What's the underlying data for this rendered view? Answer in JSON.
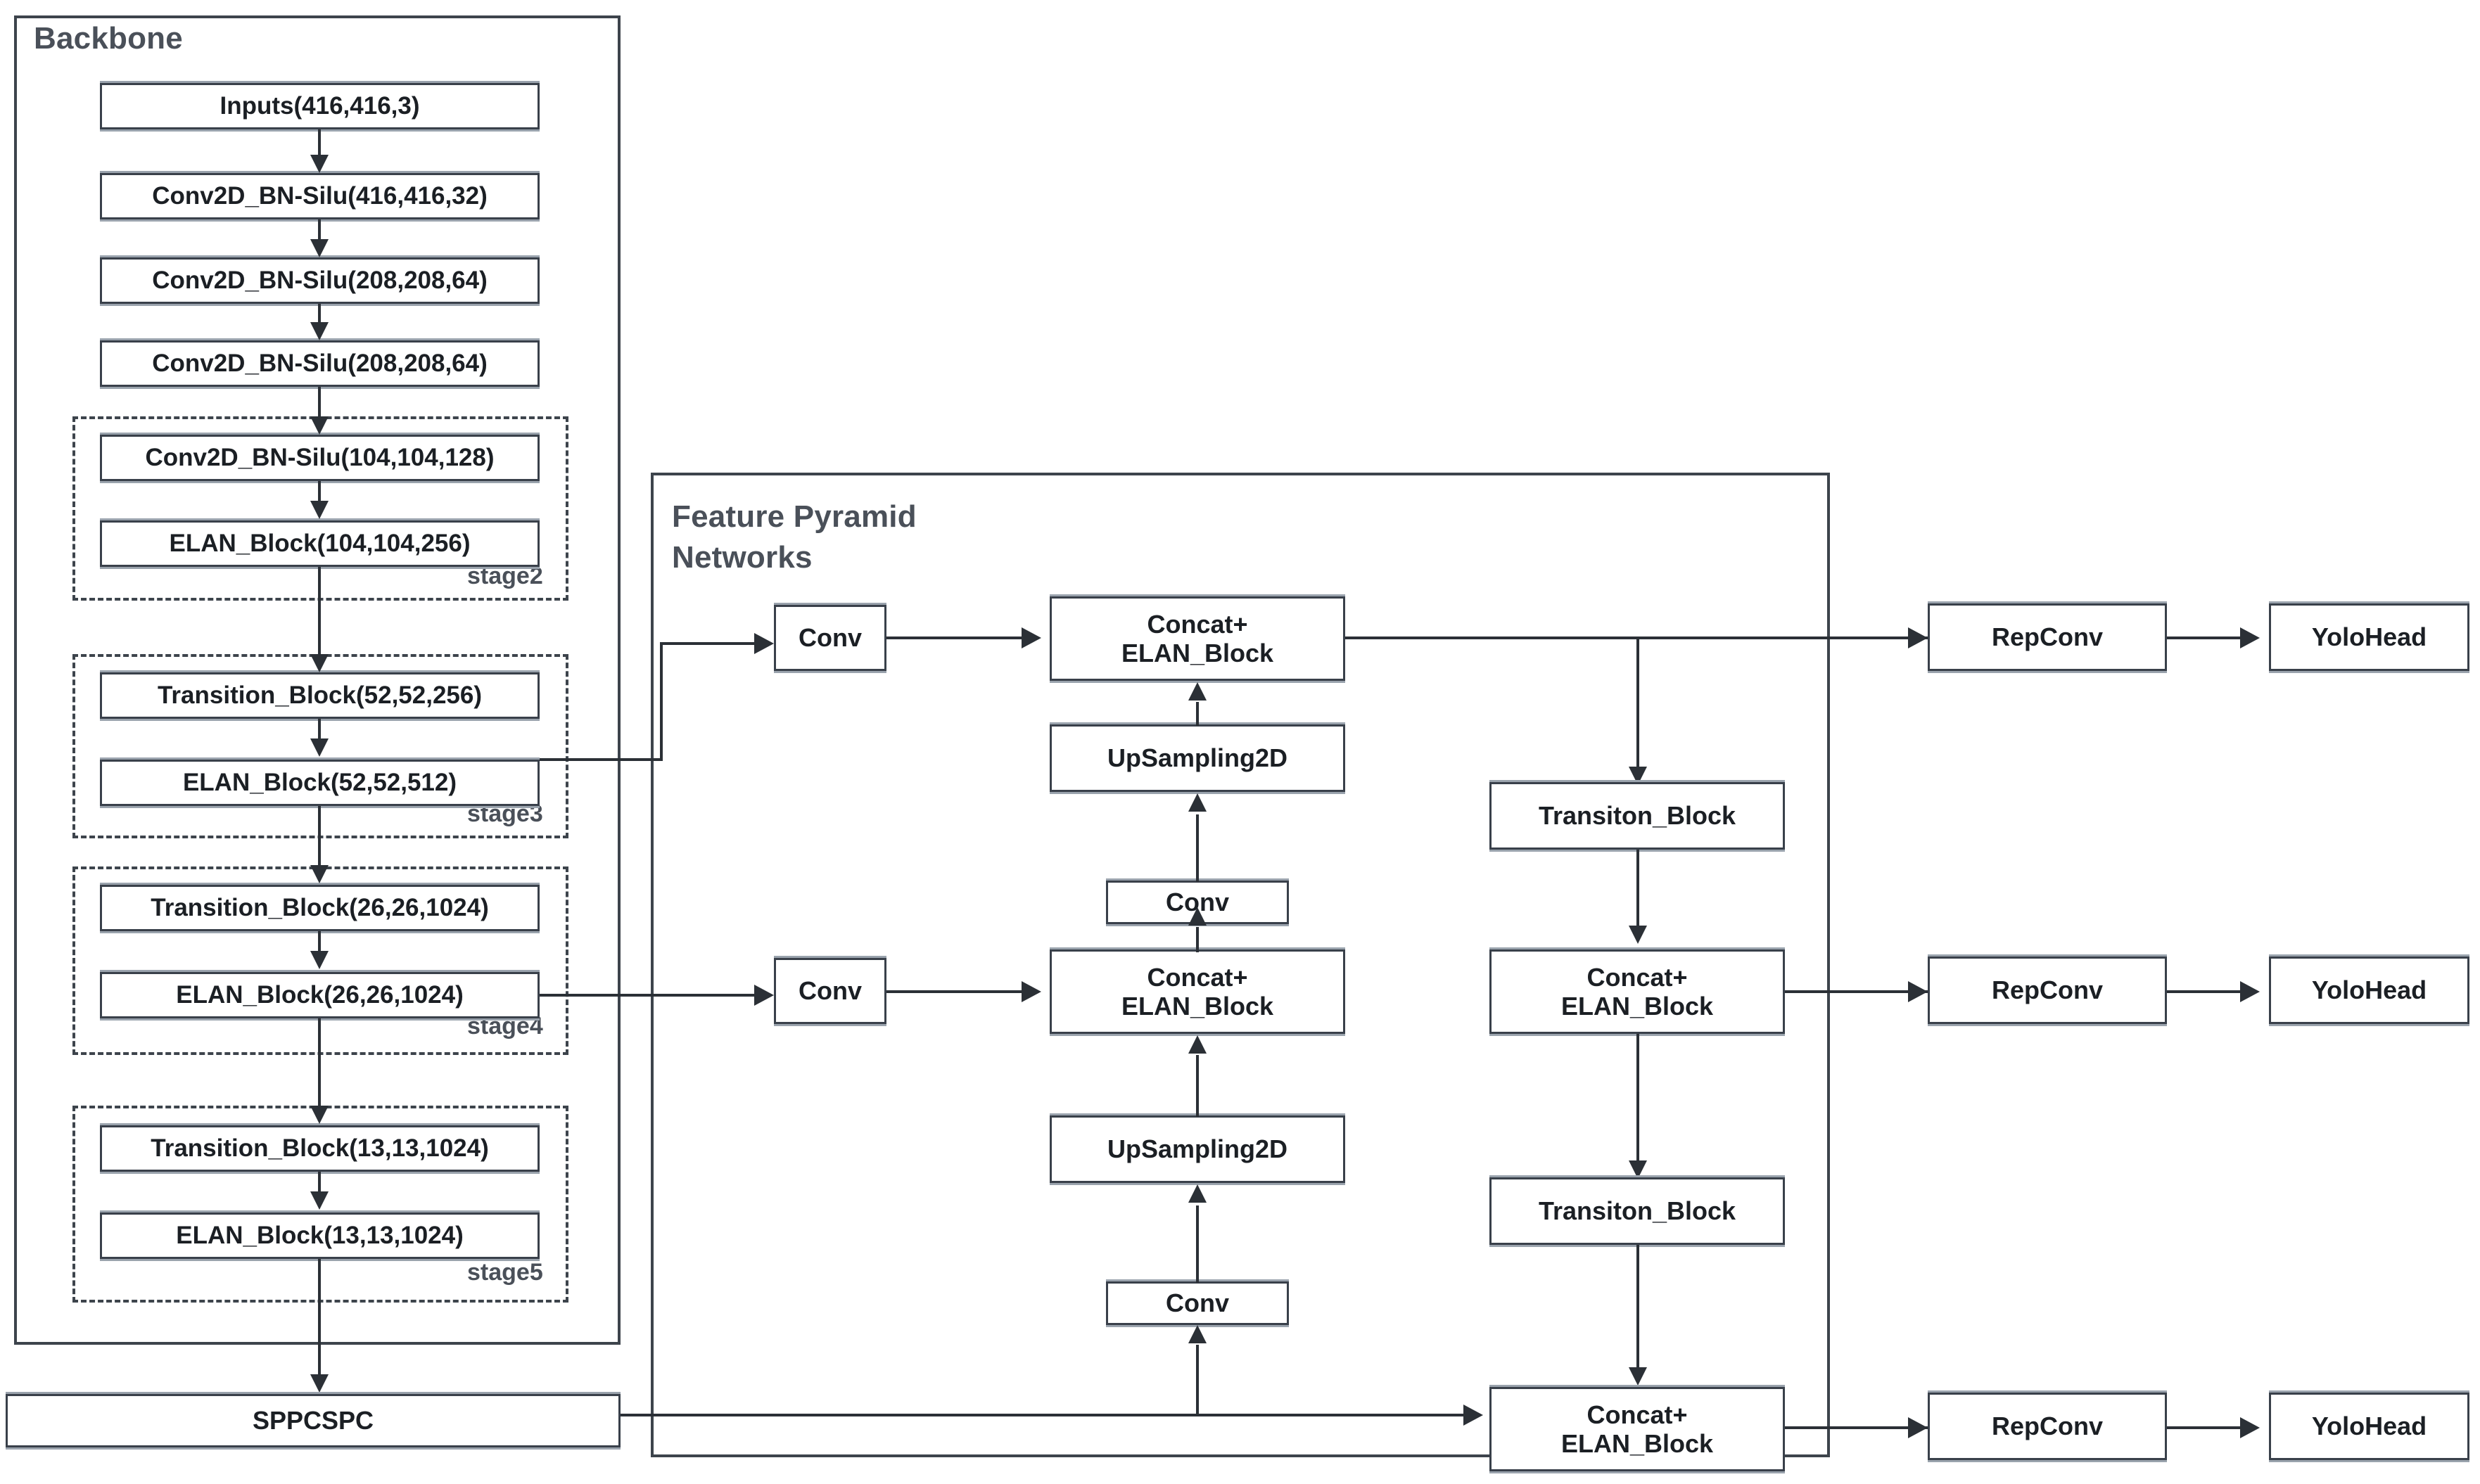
{
  "diagram": {
    "title": "YOLOv7 network architecture",
    "groups": {
      "backbone": {
        "label": "Backbone"
      },
      "fpn": {
        "label": "Feature Pyramid\nNetworks",
        "line1": "Feature Pyramid",
        "line2": "Networks"
      }
    },
    "stage_labels": {
      "stage2": "stage2",
      "stage3": "stage3",
      "stage4": "stage4",
      "stage5": "stage5"
    },
    "backbone_nodes": [
      {
        "id": "inputs",
        "label": "Inputs(416,416,3)"
      },
      {
        "id": "conv1",
        "label": "Conv2D_BN-Silu(416,416,32)"
      },
      {
        "id": "conv2",
        "label": "Conv2D_BN-Silu(208,208,64)"
      },
      {
        "id": "conv3",
        "label": "Conv2D_BN-Silu(208,208,64)"
      },
      {
        "id": "conv4",
        "label": "Conv2D_BN-Silu(104,104,128)"
      },
      {
        "id": "elan2",
        "label": "ELAN_Block(104,104,256)"
      },
      {
        "id": "trans3",
        "label": "Transition_Block(52,52,256)"
      },
      {
        "id": "elan3",
        "label": "ELAN_Block(52,52,512)"
      },
      {
        "id": "trans4",
        "label": "Transition_Block(26,26,1024)"
      },
      {
        "id": "elan4",
        "label": "ELAN_Block(26,26,1024)"
      },
      {
        "id": "trans5",
        "label": "Transition_Block(13,13,1024)"
      },
      {
        "id": "elan5",
        "label": "ELAN_Block(13,13,1024)"
      }
    ],
    "sppcspc": {
      "label": "SPPCSPC"
    },
    "fpn_nodes": {
      "conv_top": {
        "label": "Conv"
      },
      "conv_mid": {
        "label": "Conv"
      },
      "conv_stack_a": {
        "label": "Conv"
      },
      "conv_stack_b": {
        "label": "Conv"
      },
      "concat_top": {
        "line1": "Concat+",
        "line2": "ELAN_Block"
      },
      "concat_mid": {
        "line1": "Concat+",
        "line2": "ELAN_Block"
      },
      "upsample_top": {
        "label": "UpSampling2D"
      },
      "upsample_bot": {
        "label": "UpSampling2D"
      },
      "transiton_1": {
        "label": "Transiton_Block"
      },
      "transiton_2": {
        "label": "Transiton_Block"
      },
      "concat_r_mid": {
        "line1": "Concat+",
        "line2": "ELAN_Block"
      },
      "concat_r_bot": {
        "line1": "Concat+",
        "line2": "ELAN_Block"
      }
    },
    "head_nodes": {
      "repconv_1": {
        "label": "RepConv"
      },
      "repconv_2": {
        "label": "RepConv"
      },
      "repconv_3": {
        "label": "RepConv"
      },
      "yolohead_1": {
        "label": "YoloHead"
      },
      "yolohead_2": {
        "label": "YoloHead"
      },
      "yolohead_3": {
        "label": "YoloHead"
      }
    },
    "colors": {
      "node_border": "#39404a",
      "node_shadow": "#9aa3ad",
      "group_border": "#3d444c",
      "title_text": "#4a5059",
      "line": "#2b3036",
      "background": "#ffffff"
    }
  }
}
